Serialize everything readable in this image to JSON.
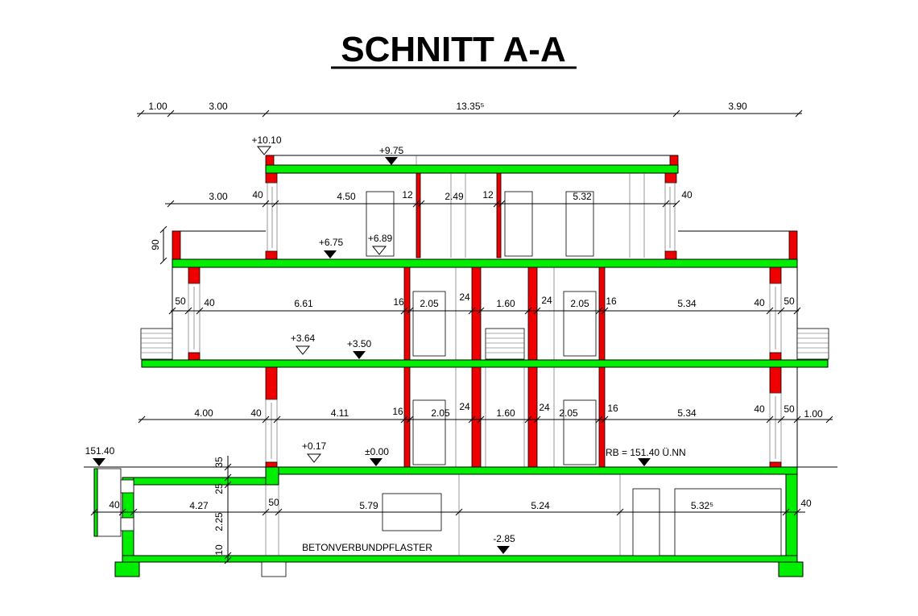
{
  "title": "SCHNITT A-A",
  "colors": {
    "slab": "#00ee00",
    "wall": "#ee0000",
    "line": "#000000"
  },
  "top_dimensions": [
    "1.00",
    "3.00",
    "13.35⁵",
    "3.90"
  ],
  "levels": {
    "roof_top": "+10.10",
    "roof": "+9.75",
    "second_floor": "+6.75",
    "second_floor_fin": "+6.89",
    "first_floor_fin": "+3.64",
    "first_floor": "+3.50",
    "ground_fin": "+0.17",
    "ground": "±0.00",
    "terrain": "151.40",
    "reference": "RB = 151.40 Ü.NN",
    "basement": "-2.85"
  },
  "floor2_dims": [
    "3.00",
    "40",
    "4.50",
    "12",
    "2.49",
    "12",
    "5.32",
    "40"
  ],
  "parapet_height": "90",
  "floor1_dims": [
    "50",
    "40",
    "6.61",
    "16",
    "2.05",
    "24",
    "1.60",
    "24",
    "2.05",
    "16",
    "5.34",
    "40",
    "50"
  ],
  "floor0_dims": [
    "4.00",
    "40",
    "4.11",
    "16",
    "2.05",
    "24",
    "1.60",
    "24",
    "2.05",
    "16",
    "5.34",
    "40",
    "50",
    "1.00"
  ],
  "basement_dims": [
    "40",
    "4.27",
    "50",
    "5.79",
    "5.24",
    "5.32⁵",
    "40"
  ],
  "basement_vertical": [
    "35",
    "25",
    "2.25",
    "10"
  ],
  "basement_label": "BETONVERBUNDPFLASTER"
}
